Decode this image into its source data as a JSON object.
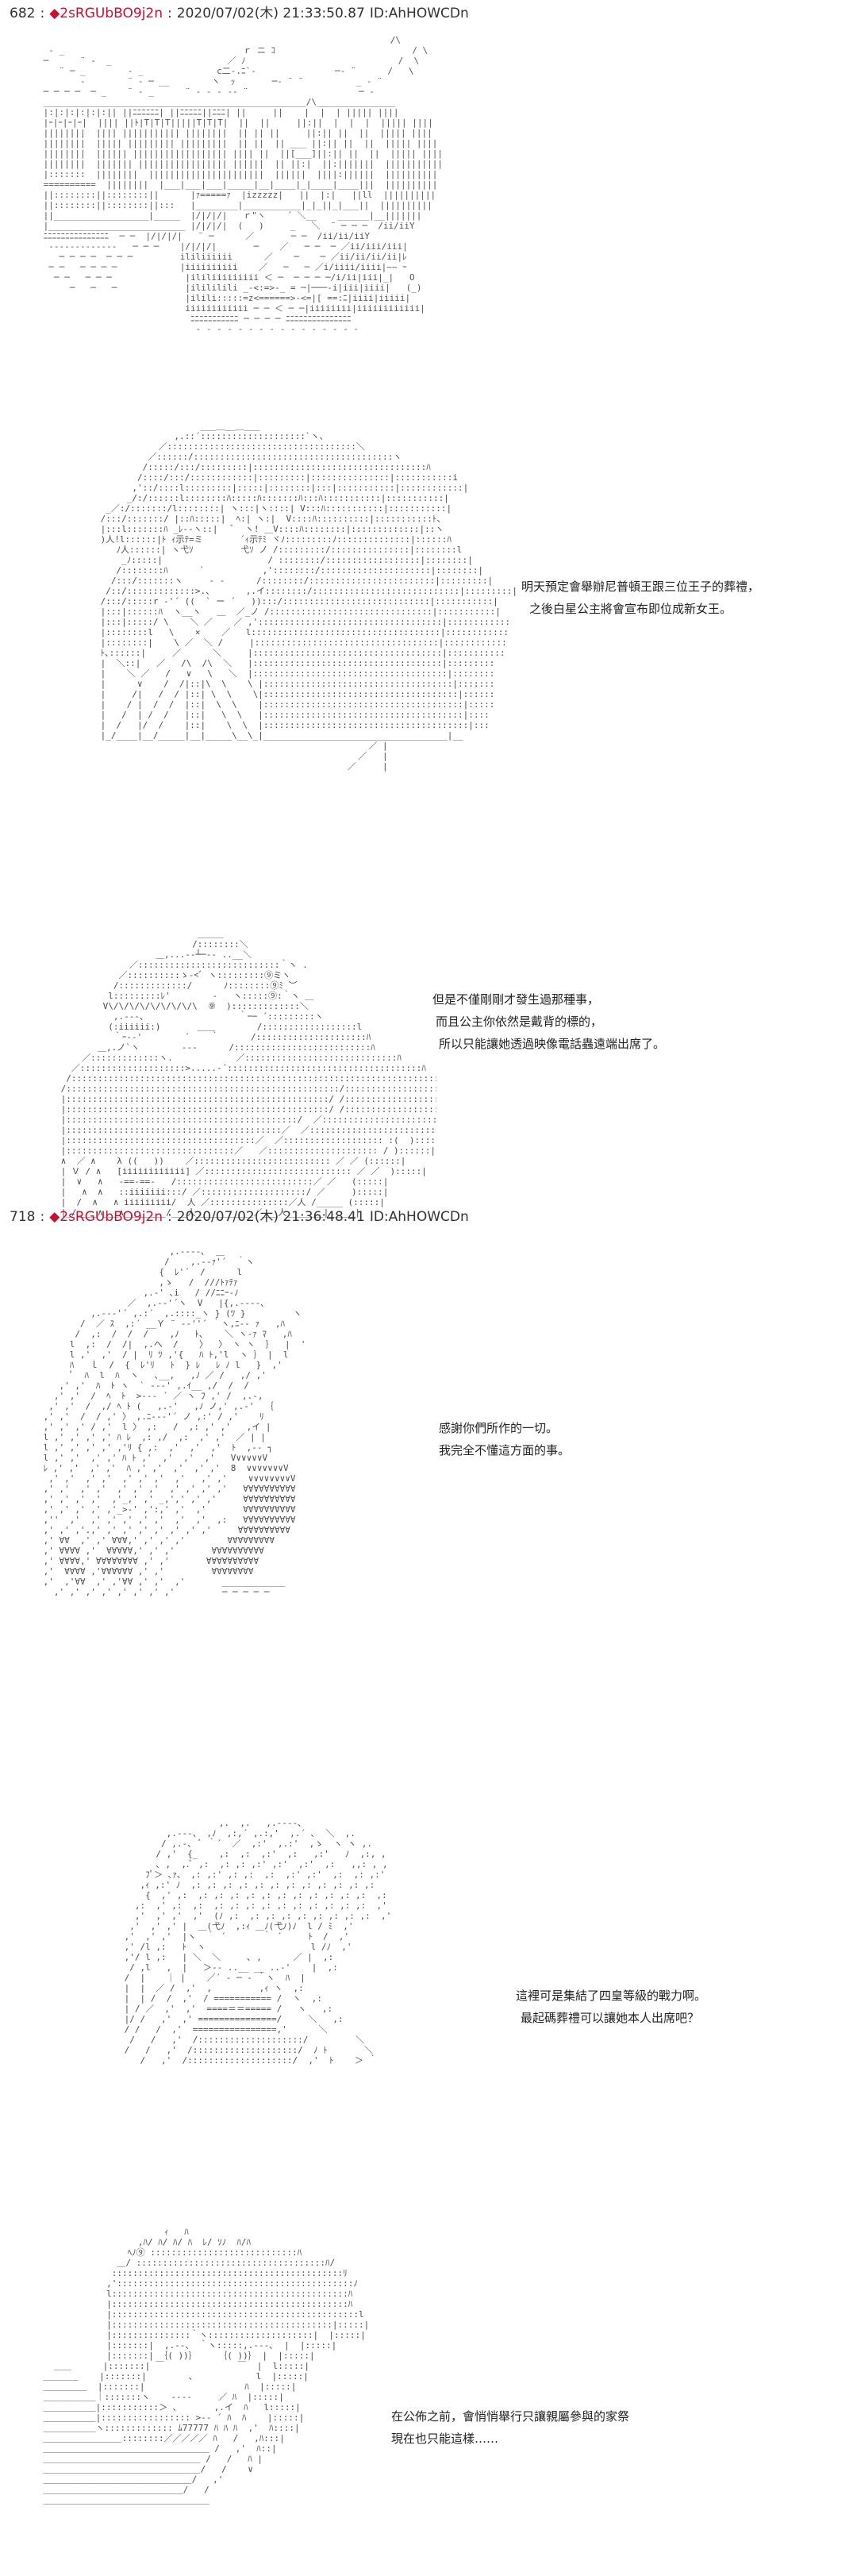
{
  "posts": [
    {
      "number": "682",
      "separator": ":",
      "trip": "◆2sRGUbBO9j2n",
      "separator2": ":",
      "datetime": "2020/07/02(木) 21:33:50.87",
      "user_id": "ID:AhHOWCDn",
      "panels": [
        {
          "art": "panel-1-aa",
          "lines": []
        },
        {
          "art": "panel-2-aa",
          "lines": [
            "明天預定會舉辦尼普頓王跟三位王子的葬禮，",
            "之後白星公主將會宣布即位成新女王。"
          ]
        },
        {
          "art": "panel-3-aa",
          "lines": [
            "但是不僅剛剛才發生過那種事，",
            "而且公主你依然是戴背的標的，",
            "所以只能讓她透過映像電話蟲遠端出席了。"
          ]
        }
      ]
    },
    {
      "number": "718",
      "separator": ":",
      "trip": "◆2sRGUbBO9j2n",
      "separator2": ":",
      "datetime": "2020/07/02(木) 21:36:48.41",
      "user_id": "ID:AhHOWCDn",
      "panels": [
        {
          "art": "panel-4-aa",
          "lines": [
            "感謝你們所作的一切。",
            "我完全不懂這方面的事。"
          ]
        },
        {
          "art": "panel-5-aa",
          "lines": [
            "這裡可是集結了四皇等級的戰力啊。",
            "最起碼葬禮可以讓她本人出席吧？"
          ]
        },
        {
          "art": "panel-6-aa",
          "lines": [
            "在公佈之前，會悄悄舉行只讓親屬參與的家祭",
            "現在也只能這樣……"
          ]
        }
      ]
    }
  ]
}
